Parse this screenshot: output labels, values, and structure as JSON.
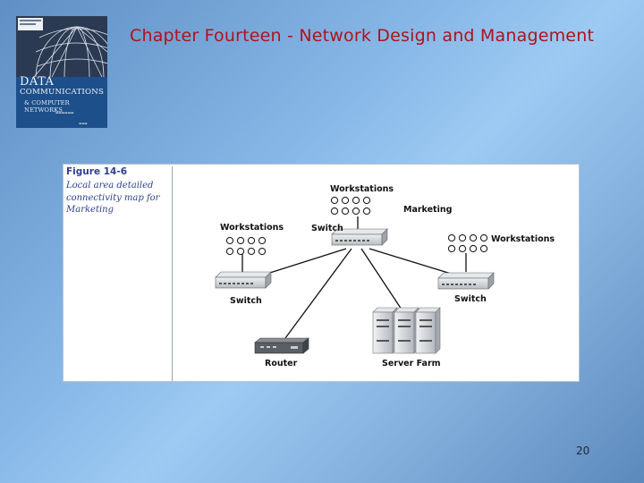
{
  "slide": {
    "title": "Chapter Fourteen - Network Design and Management",
    "page_number": "20"
  },
  "book_cover": {
    "title_line1": "DATA",
    "title_line2": "COMMUNICATIONS",
    "title_line3": "& COMPUTER NETWORKS"
  },
  "figure": {
    "label": "Figure 14-6",
    "caption_lines": [
      "Local area detailed",
      "connectivity map for",
      "Marketing"
    ],
    "nodes": {
      "workstations_top": "Workstations",
      "marketing": "Marketing",
      "workstations_left": "Workstations",
      "switch_center": "Switch",
      "workstations_right": "Workstations",
      "switch_left": "Switch",
      "switch_right": "Switch",
      "router": "Router",
      "server_farm": "Server Farm"
    }
  },
  "colors": {
    "title": "#b0121b",
    "caption": "#2e3f8f",
    "device": "#c9ccd0"
  }
}
